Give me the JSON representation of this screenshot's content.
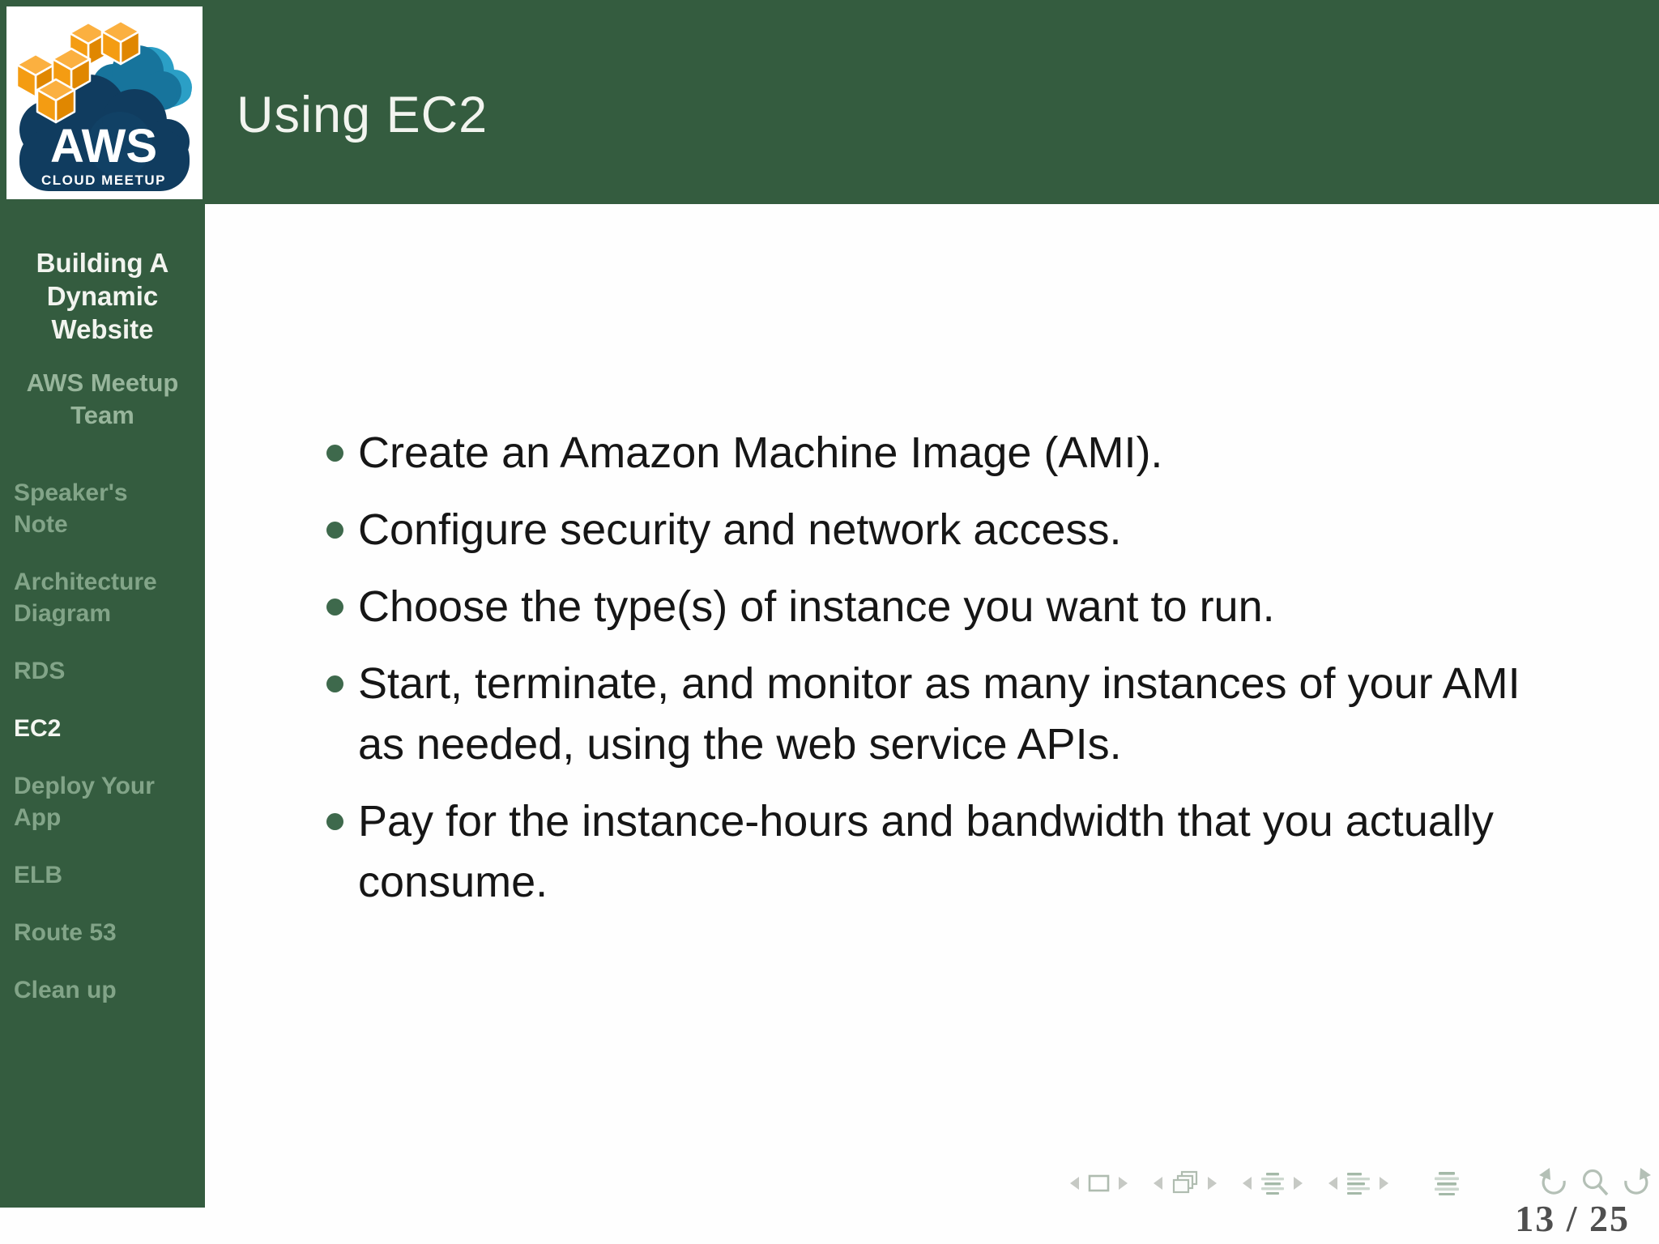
{
  "slide": {
    "title": "Using EC2"
  },
  "logo": {
    "line1": "AWS",
    "line2": "CLOUD MEETUP"
  },
  "sidebar": {
    "presentation_title": "Building A Dynamic Website",
    "author": "AWS Meetup Team",
    "sections": [
      {
        "label": "Speaker's Note",
        "current": false
      },
      {
        "label": "Architecture Diagram",
        "current": false
      },
      {
        "label": "RDS",
        "current": false
      },
      {
        "label": "EC2",
        "current": true
      },
      {
        "label": "Deploy Your App",
        "current": false
      },
      {
        "label": "ELB",
        "current": false
      },
      {
        "label": "Route 53",
        "current": false
      },
      {
        "label": "Clean up",
        "current": false
      }
    ]
  },
  "content": {
    "bullets": [
      "Create an Amazon Machine Image (AMI).",
      "Configure security and network access.",
      "Choose the type(s) of instance you want to run.",
      "Start, terminate, and monitor as many instances of your AMI as needed, using the web service APIs.",
      "Pay for the instance-hours and bandwidth that you actually consume."
    ]
  },
  "navigation": {
    "page_indicator": "13 / 25",
    "icons": [
      "previous-slide",
      "slide",
      "next-slide",
      "previous-frame",
      "frame-stack",
      "next-frame",
      "previous-subsection",
      "subsection-list",
      "next-subsection",
      "previous-section",
      "section-list",
      "next-section",
      "document-outline",
      "back",
      "search",
      "forward"
    ]
  },
  "colors": {
    "theme_green": "#345C3F",
    "muted_sidebar_link": "#82A488",
    "active_sidebar_text": "#F4F6F1",
    "bullet_dot": "#3E694C",
    "nav_icon_gray": "#B2BFB4",
    "page_number_gray": "#4F4F4F",
    "logo_navy": "#103C5F",
    "logo_teal": "#17749C",
    "logo_orange": "#F6A41F"
  }
}
